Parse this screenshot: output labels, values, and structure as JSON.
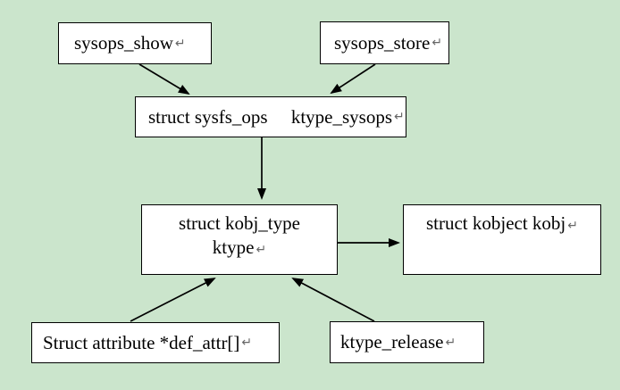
{
  "canvas": {
    "background_color": "#cbe5cc",
    "box_fill_color": "#ffffff",
    "box_border_color": "#000000",
    "arrow_color": "#000000"
  },
  "paragraph_mark": "↵",
  "nodes": {
    "sysops_show": {
      "label": "sysops_show"
    },
    "sysops_store": {
      "label": "sysops_store"
    },
    "ktype_sysops": {
      "label": "struct sysfs_ops     ktype_sysops"
    },
    "kobj_type": {
      "line1": "struct kobj_type",
      "line2": "ktype"
    },
    "kobject": {
      "label": "struct kobject kobj"
    },
    "def_attr": {
      "label": "Struct attribute *def_attr[]"
    },
    "ktype_release": {
      "label": "ktype_release"
    }
  },
  "edges": [
    {
      "from": "sysops_show",
      "to": "ktype_sysops"
    },
    {
      "from": "sysops_store",
      "to": "ktype_sysops"
    },
    {
      "from": "ktype_sysops",
      "to": "kobj_type"
    },
    {
      "from": "kobj_type",
      "to": "kobject"
    },
    {
      "from": "def_attr",
      "to": "kobj_type"
    },
    {
      "from": "ktype_release",
      "to": "kobj_type"
    }
  ]
}
